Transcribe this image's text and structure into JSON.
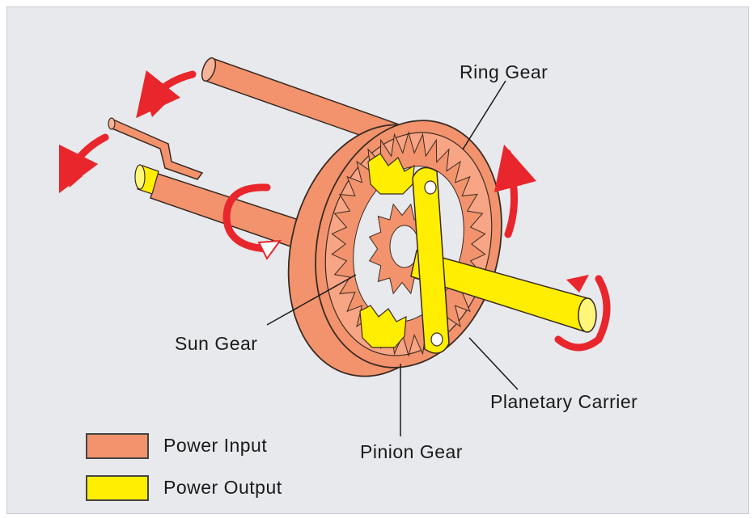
{
  "labels": {
    "ring_gear": "Ring Gear",
    "sun_gear": "Sun Gear",
    "planetary_carrier": "Planetary Carrier",
    "pinion_gear": "Pinion Gear"
  },
  "legend": {
    "input_label": "Power Input",
    "output_label": "Power Output",
    "input_color": "#f2936d",
    "output_color": "#ffee00"
  },
  "colors": {
    "background": "#e7e9ed",
    "arrow": "#e8262c",
    "outline": "#3a2a22"
  }
}
